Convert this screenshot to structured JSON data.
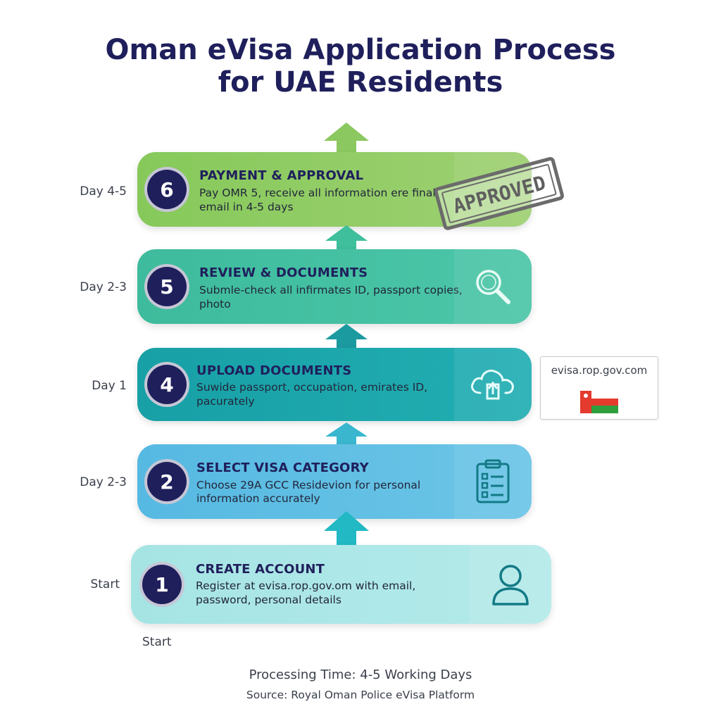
{
  "title": {
    "line1": "Oman eVisa Application Process",
    "line2": "for UAE Residents"
  },
  "steps": [
    {
      "number": "6",
      "day": "Day 4-5",
      "title": "PAYMENT & APPROVAL",
      "desc1": "Pay OMR 5, receive all information ere final",
      "desc2": "email in 4-5 days",
      "icon": "approved-stamp",
      "stamp_text": "APPROVED",
      "color": "#8cc860"
    },
    {
      "number": "5",
      "day": "Day 2-3",
      "title": "REVIEW & DOCUMENTS",
      "desc1": "Submle-check all infirmates ID, passport copies,",
      "desc2": "photo",
      "icon": "magnifier-icon",
      "color": "#3fbf9b"
    },
    {
      "number": "4",
      "day": "Day 1",
      "title": "UPLOAD DOCUMENTS",
      "desc1": "Suwide passport, occupation, emirates ID,",
      "desc2": "pacurately",
      "icon": "cloud-upload-icon",
      "color": "#1ea5a8"
    },
    {
      "number": "2",
      "day": "Day 2-3",
      "title": "SELECT VISA CATEGORY",
      "desc1": "Choose 29A GCC Residevion for personal",
      "desc2": "information accurately",
      "icon": "clipboard-icon",
      "color": "#5cbde0"
    },
    {
      "number": "1",
      "day": "Start",
      "title": "CREATE ACCOUNT",
      "desc1": "Register at evisa.rop.gov.om with email,",
      "desc2": "password, personal details",
      "icon": "user-icon",
      "color": "#a8e6e6"
    }
  ],
  "start_label": "Start",
  "url_card": {
    "url": "evisa.rop.gov.com",
    "flag": "oman-flag-icon"
  },
  "footer": {
    "processing": "Processing Time: 4-5 Working Days",
    "source": "Source: Royal Oman Police eVisa Platform"
  }
}
